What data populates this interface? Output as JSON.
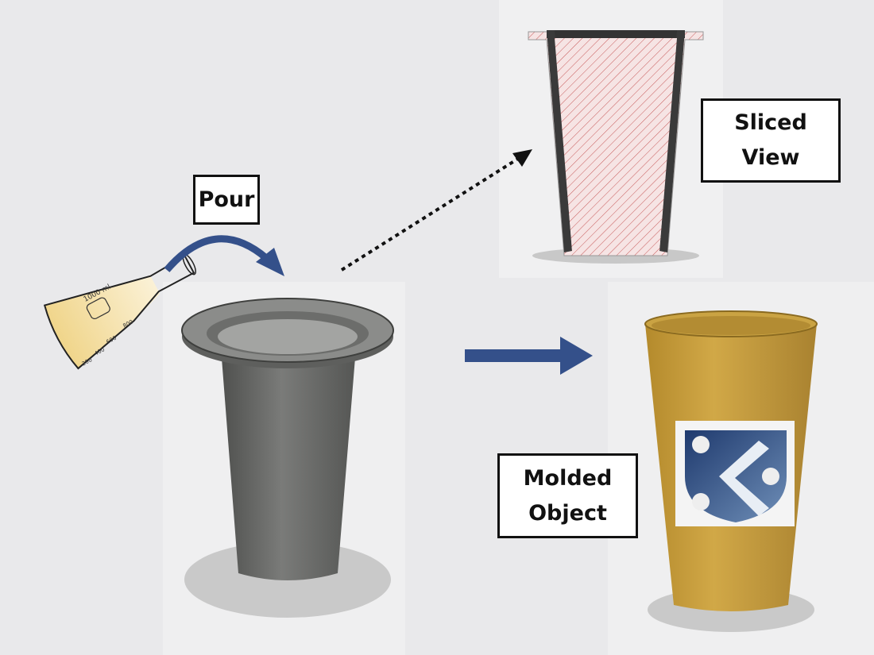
{
  "labels": {
    "pour": "Pour",
    "sliced_line1": "Sliced",
    "sliced_line2": "View",
    "molded_line1": "Molded",
    "molded_line2": "Object"
  },
  "flask": {
    "capacity": "1000 ml",
    "marks": [
      "200",
      "400",
      "600",
      "800"
    ]
  },
  "colors": {
    "background": "#e9e9eb",
    "arrow": "#34508a",
    "liquid": "#f3dfa6",
    "mold": "#6e6f6d",
    "molded_object": "#c9a03f",
    "section_hatch": "#c75a5a"
  }
}
